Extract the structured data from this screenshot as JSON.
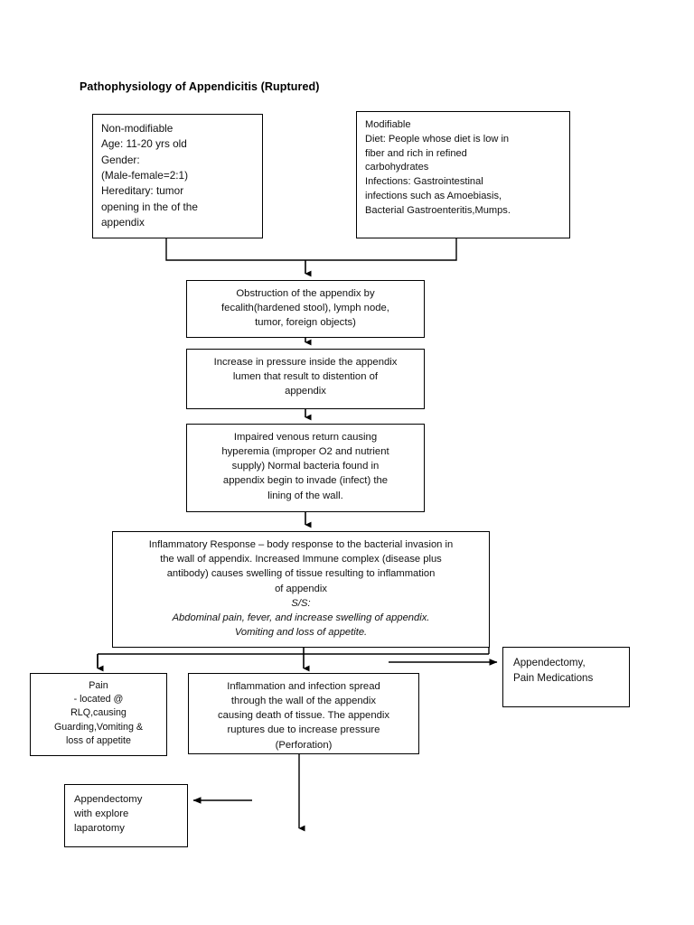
{
  "title": "Pathophysiology of Appendicitis (Ruptured)",
  "nodes": {
    "non_modifiable": {
      "name": "Non-modifiable risk factors",
      "lines": [
        "Non-modifiable",
        "Age: 11-20 yrs old",
        "Gender:",
        "(Male-female=2:1)",
        "Hereditary: tumor",
        "opening in the of the",
        "appendix"
      ]
    },
    "modifiable": {
      "name": "Modifiable risk factors",
      "lines": [
        "Modifiable",
        "Diet: People whose diet is low in",
        "fiber and rich in refined",
        "carbohydrates",
        "Infections: Gastrointestinal",
        "infections such as Amoebiasis,",
        "Bacterial Gastroenteritis,Mumps."
      ]
    },
    "obstruction": {
      "name": "Obstruction of the appendix",
      "lines": [
        "Obstruction of the appendix by",
        "fecalith(hardened stool), lymph node,",
        "tumor, foreign objects)"
      ]
    },
    "pressure": {
      "name": "Increase in pressure inside appendix",
      "lines": [
        "Increase in pressure inside the appendix",
        "lumen that result to distention of",
        "appendix"
      ]
    },
    "venous": {
      "name": "Impaired venous return",
      "lines": [
        "Impaired venous return causing",
        "hyperemia (improper O2 and nutrient",
        "supply) Normal bacteria found in",
        "appendix begin to invade (infect) the",
        "lining of the wall."
      ]
    },
    "inflammatory": {
      "name": "Inflammatory response",
      "lines": [
        {
          "text": "Inflammatory Response – body response to the bacterial invasion in",
          "italic": false
        },
        {
          "text": "the wall of appendix. Increased Immune complex (disease plus",
          "italic": false
        },
        {
          "text": "antibody) causes swelling of tissue resulting to inflammation",
          "italic": false
        },
        {
          "text": "of appendix",
          "italic": false
        },
        {
          "text": "S/S:",
          "italic": true
        },
        {
          "text": "Abdominal pain, fever, and increase swelling of appendix.",
          "italic": true
        },
        {
          "text": "Vomiting and loss of appetite.",
          "italic": true
        }
      ]
    },
    "pain": {
      "name": "Pain signs and symptoms",
      "lines": [
        "Pain",
        "- located @",
        "RLQ,causing",
        "Guarding,Vomiting &",
        "loss of appetite"
      ]
    },
    "spread": {
      "name": "Inflammation and infection spread",
      "lines": [
        "Inflammation and infection spread",
        "through the wall of the appendix",
        "causing death of tissue. The appendix",
        "ruptures due to increase pressure",
        "(Perforation)"
      ]
    },
    "appendectomy_meds": {
      "name": "Appendectomy and pain medications",
      "lines": [
        "Appendectomy,",
        "Pain Medications"
      ]
    },
    "appendectomy_lap": {
      "name": "Appendectomy with explore laparotomy",
      "lines": [
        "Appendectomy",
        "with explore",
        "laparotomy"
      ]
    }
  },
  "connectors": [
    {
      "id": "risk-join-to-obstruction",
      "label": "risk factors merge into obstruction"
    },
    {
      "id": "obstruction-to-pressure",
      "label": "obstruction leads to increased pressure"
    },
    {
      "id": "pressure-to-venous",
      "label": "pressure leads to impaired venous return"
    },
    {
      "id": "venous-to-inflammatory",
      "label": "venous return leads to inflammatory response"
    },
    {
      "id": "inflammatory-to-pain",
      "label": "inflammatory response leads to pain"
    },
    {
      "id": "inflammatory-to-spread",
      "label": "inflammatory response leads to spread"
    },
    {
      "id": "inflammatory-to-appendectomy-meds",
      "label": "inflammatory response leads to appendectomy and pain medications"
    },
    {
      "id": "spread-down",
      "label": "spread outcome arrow"
    },
    {
      "id": "to-appendectomy-lap",
      "label": "arrow into appendectomy with explore laparotomy"
    }
  ],
  "colors": {
    "stroke": "#000000",
    "background": "#ffffff",
    "text": "#111111"
  }
}
